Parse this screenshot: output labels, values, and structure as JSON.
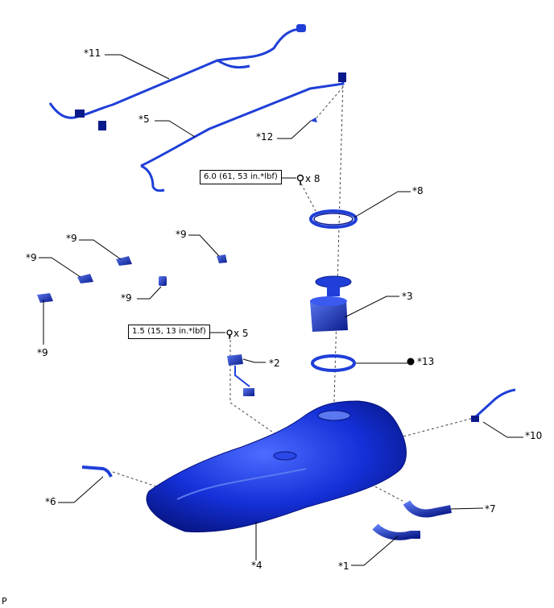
{
  "callouts": {
    "c11": "*11",
    "c5": "*5",
    "c12": "*12",
    "c8": "*8",
    "c9a": "*9",
    "c9b": "*9",
    "c9c": "*9",
    "c9d": "*9",
    "c9e": "*9",
    "c3": "*3",
    "c2": "*2",
    "c13": "*13",
    "c10": "*10",
    "c6": "*6",
    "c7": "*7",
    "c4": "*4",
    "c1": "*1"
  },
  "torque": [
    {
      "value": "6.0 (61, 53 in.*lbf)",
      "qty": "x 8"
    },
    {
      "value": "1.5 (15, 13 in.*lbf)",
      "qty": "x 5"
    }
  ],
  "footer_code": "P",
  "colors": {
    "part": "#1f3fd8",
    "part_dark": "#0a1a8a",
    "part_light": "#5a78f0"
  }
}
